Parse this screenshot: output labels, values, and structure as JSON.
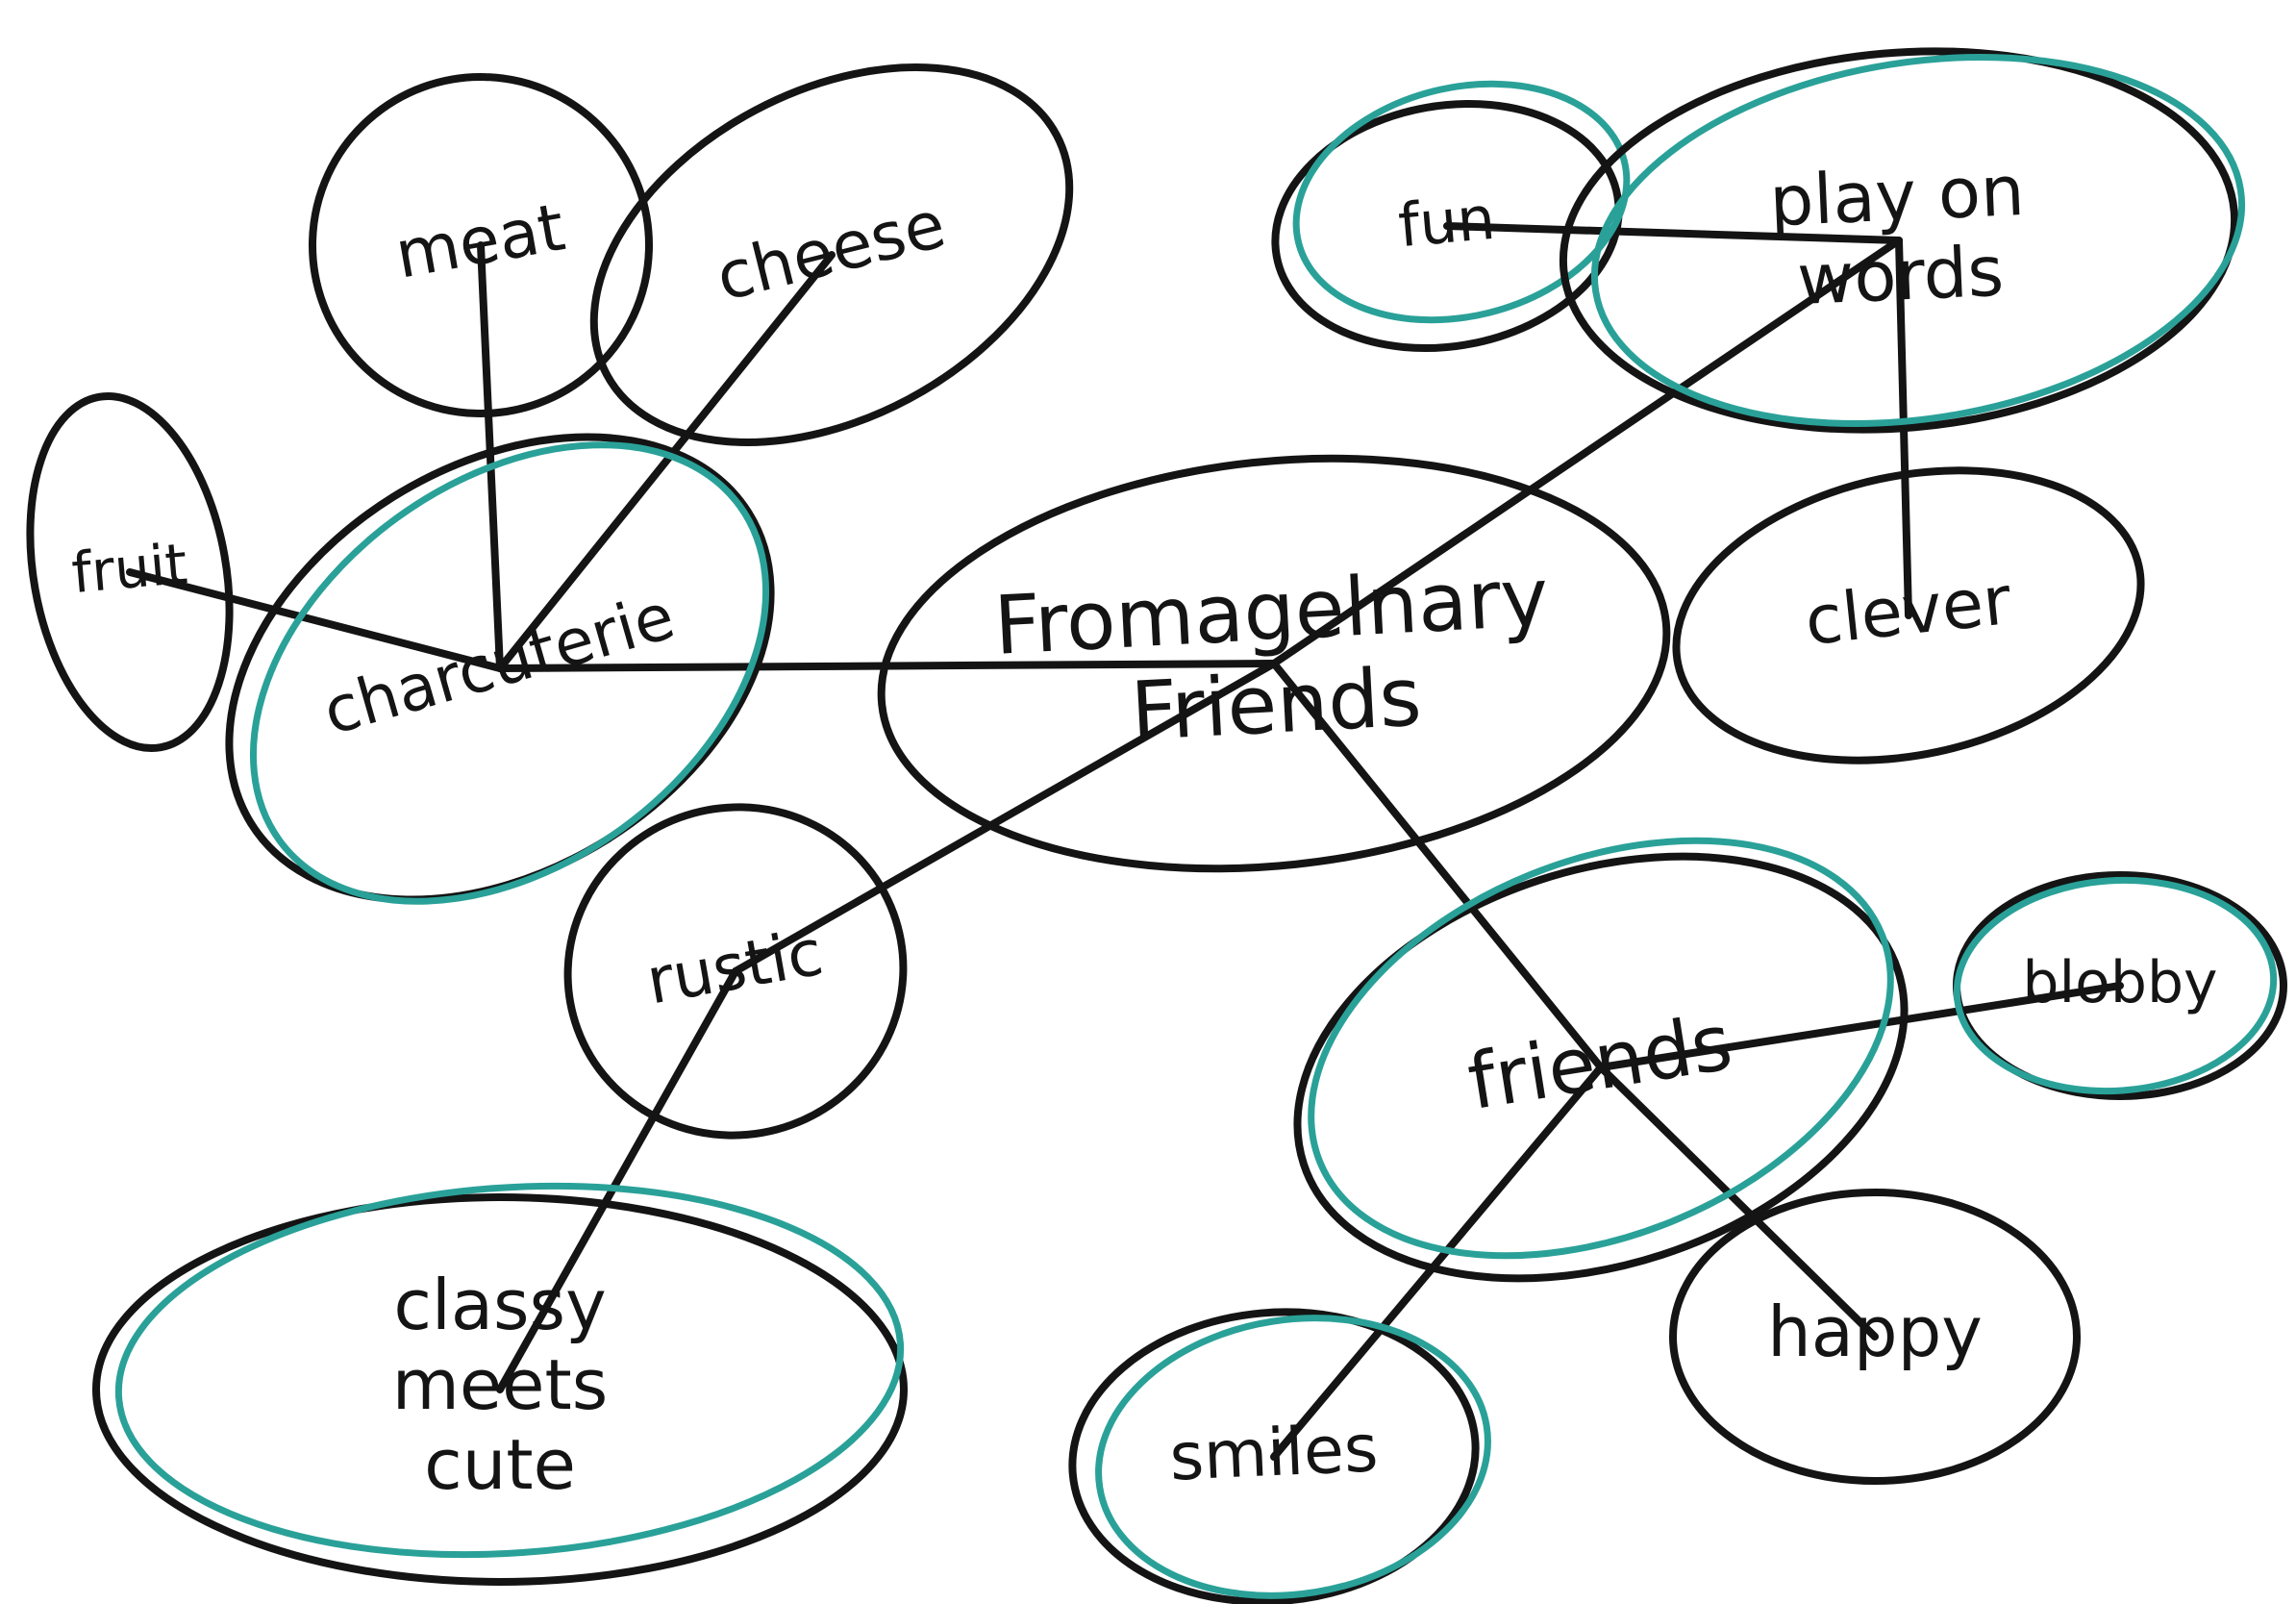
{
  "colors": {
    "ink": "#141414",
    "highlight": "#2aa198",
    "background": "#ffffff"
  },
  "nodes": [
    {
      "id": "center",
      "lines": [
        "Fromagelnary",
        "Friends"
      ],
      "highlighted": false
    },
    {
      "id": "charcuterie",
      "lines": [
        "charcuterie"
      ],
      "highlighted": true
    },
    {
      "id": "meat",
      "lines": [
        "meat"
      ],
      "highlighted": false
    },
    {
      "id": "cheese",
      "lines": [
        "cheese"
      ],
      "highlighted": false
    },
    {
      "id": "fruit",
      "lines": [
        "fruit"
      ],
      "highlighted": false
    },
    {
      "id": "rustic",
      "lines": [
        "rustic"
      ],
      "highlighted": false
    },
    {
      "id": "classy",
      "lines": [
        "classy",
        "meets",
        "cute"
      ],
      "highlighted": true
    },
    {
      "id": "fun",
      "lines": [
        "fun"
      ],
      "highlighted": true
    },
    {
      "id": "play",
      "lines": [
        "play on",
        "words"
      ],
      "highlighted": true
    },
    {
      "id": "clever",
      "lines": [
        "clever"
      ],
      "highlighted": false
    },
    {
      "id": "friends",
      "lines": [
        "friends"
      ],
      "highlighted": true
    },
    {
      "id": "blobby",
      "lines": [
        "blobby"
      ],
      "highlighted": true
    },
    {
      "id": "happy",
      "lines": [
        "happy"
      ],
      "highlighted": false
    },
    {
      "id": "smiles",
      "lines": [
        "smiles"
      ],
      "highlighted": true
    }
  ],
  "edges": [
    [
      "center",
      "charcuterie"
    ],
    [
      "center",
      "rustic"
    ],
    [
      "center",
      "play"
    ],
    [
      "center",
      "friends"
    ],
    [
      "charcuterie",
      "meat"
    ],
    [
      "charcuterie",
      "cheese"
    ],
    [
      "charcuterie",
      "fruit"
    ],
    [
      "rustic",
      "classy"
    ],
    [
      "play",
      "fun"
    ],
    [
      "play",
      "clever"
    ],
    [
      "friends",
      "blobby"
    ],
    [
      "friends",
      "happy"
    ],
    [
      "friends",
      "smiles"
    ]
  ]
}
